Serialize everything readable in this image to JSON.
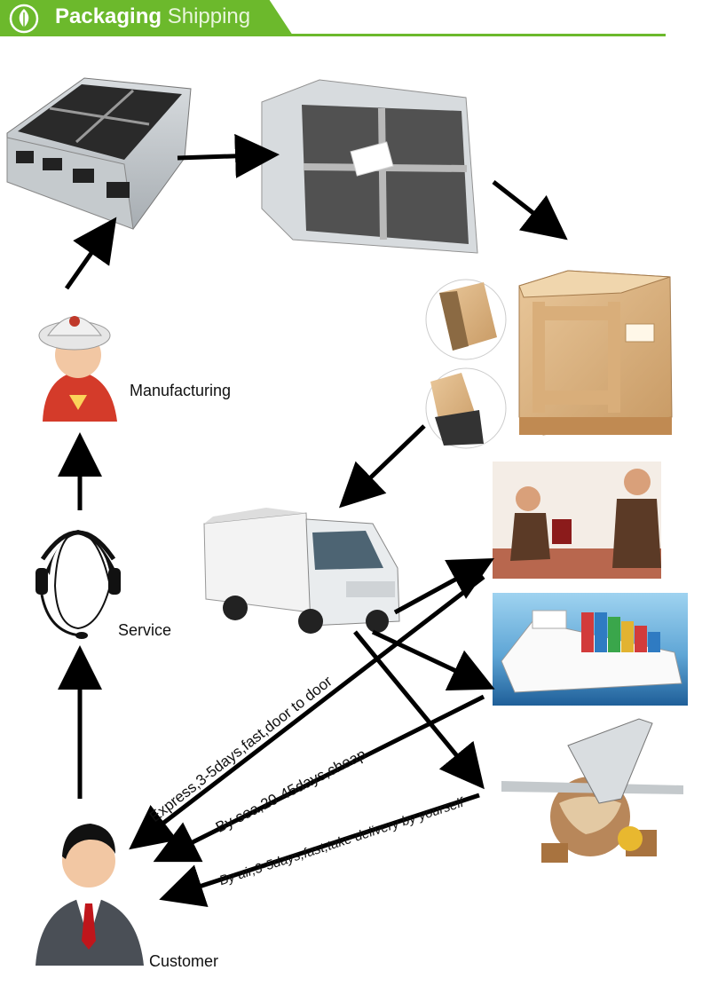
{
  "header": {
    "title_bold": "Packaging",
    "title_light": "Shipping",
    "logo_icon": "leaf-logo-icon",
    "color": "#6cb92c"
  },
  "nodes": {
    "manufacturing": "Manufacturing",
    "service": "Service",
    "customer": "Customer"
  },
  "routes": {
    "express": "Express,3-5days,fast,door to door",
    "sea": "By sea,20-45days,cheap",
    "air": "By air,3-5days,fast,take delivery by yourself"
  }
}
